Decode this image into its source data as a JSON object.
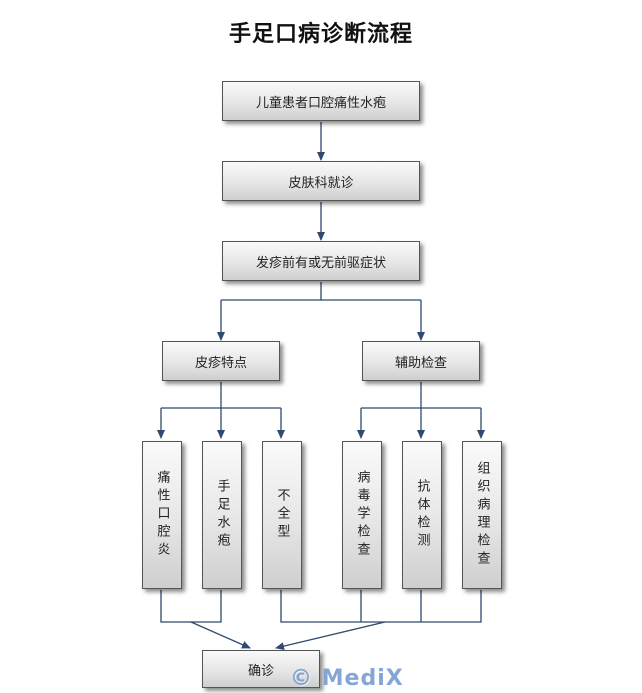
{
  "title": "手足口病诊断流程",
  "nodes": {
    "start": "儿童患者口腔痛性水疱",
    "dermatology": "皮肤科就诊",
    "prodrome": "发疹前有或无前驱症状",
    "rash_features": "皮疹特点",
    "auxiliary_exam": "辅助检查",
    "painful_mouth_ulcer": "痛性口腔炎",
    "hand_foot_blister": "手足水疱",
    "incomplete": "不全型",
    "virology": "病毒学检查",
    "antibody": "抗体检测",
    "histopathology": "组织病理检查",
    "diagnosis": "确诊"
  },
  "watermark": "© MediX",
  "colors": {
    "arrow": "#2e4a6e",
    "box_border": "#555555"
  }
}
